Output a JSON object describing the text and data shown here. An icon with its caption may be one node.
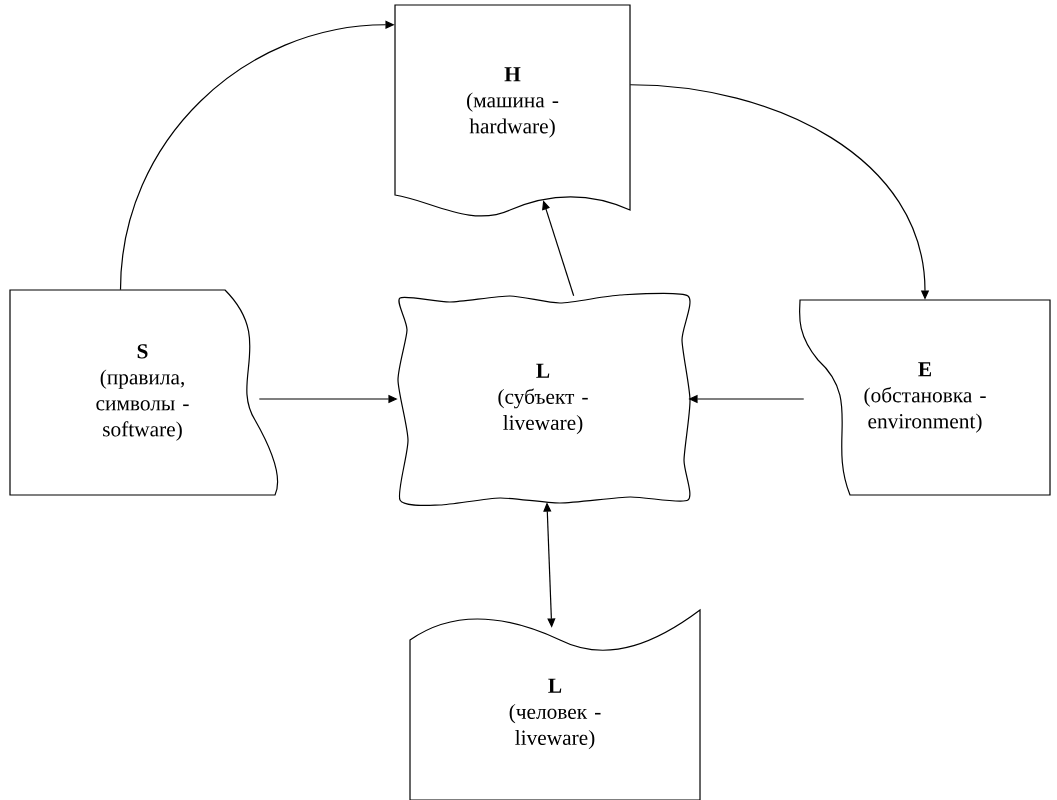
{
  "diagram": {
    "nodes": [
      {
        "text": [
          "H",
          "(машина - hardware)"
        ]
      },
      {
        "text": [
          "S",
          "(правила, символы - software)"
        ]
      },
      {
        "text": [
          "L",
          "(субъект - liveware)"
        ]
      },
      {
        "text": [
          "E",
          "(обстановка - environment)"
        ]
      },
      {
        "text": [
          "L",
          "(человек - liveware)"
        ]
      }
    ],
    "edges": [
      {
        "from": 1,
        "to": 0,
        "arrow": "to"
      },
      {
        "from": 0,
        "to": 3,
        "arrow": "to"
      },
      {
        "from": 2,
        "to": 0,
        "arrow": "to"
      },
      {
        "from": 1,
        "to": 2,
        "arrow": "to"
      },
      {
        "from": 3,
        "to": 2,
        "arrow": "to"
      },
      {
        "from": 2,
        "to": 4,
        "arrow": "both"
      }
    ]
  }
}
